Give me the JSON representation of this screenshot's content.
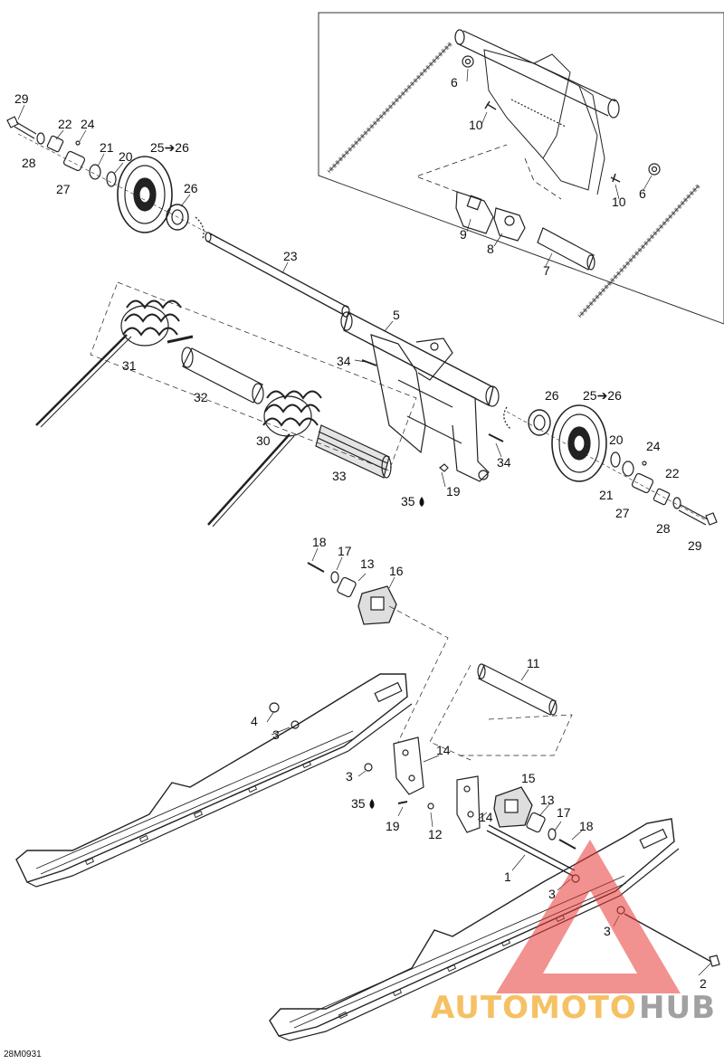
{
  "figure_code": "28M0931",
  "watermark": {
    "part1": "AUTOMOTO",
    "part2": "HUB",
    "color1": "#f2b23c",
    "color2": "#8a8a8a",
    "triangle_color": "#e53935"
  },
  "callouts": {
    "c1": "1",
    "c2": "2",
    "c3a": "3",
    "c3b": "3",
    "c3c": "3",
    "c3d": "3",
    "c4": "4",
    "c5": "5",
    "c6a": "6",
    "c6b": "6",
    "c7": "7",
    "c8": "8",
    "c9": "9",
    "c10a": "10",
    "c10b": "10",
    "c11": "11",
    "c12": "12",
    "c13a": "13",
    "c13b": "13",
    "c14a": "14",
    "c14b": "14",
    "c15": "15",
    "c16": "16",
    "c17a": "17",
    "c17b": "17",
    "c18a": "18",
    "c18b": "18",
    "c19a": "19",
    "c19b": "19",
    "c20a": "20",
    "c20b": "20",
    "c21a": "21",
    "c21b": "21",
    "c22a": "22",
    "c22b": "22",
    "c23": "23",
    "c24a": "24",
    "c24b": "24",
    "c2526a": "25➔26",
    "c2526b": "25➔26",
    "c26a": "26",
    "c26b": "26",
    "c27a": "27",
    "c27b": "27",
    "c28a": "28",
    "c28b": "28",
    "c29a": "29",
    "c29b": "29",
    "c30": "30",
    "c31": "31",
    "c32": "32",
    "c33": "33",
    "c34a": "34",
    "c34b": "34",
    "c35a": "35",
    "c35b": "35"
  }
}
